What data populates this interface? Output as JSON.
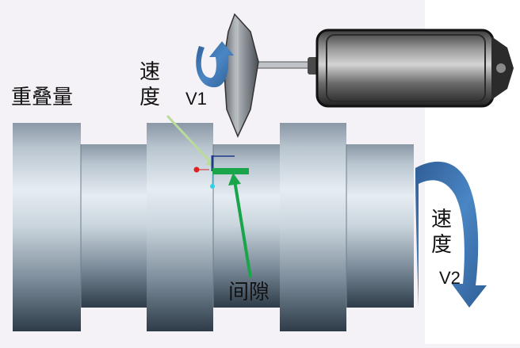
{
  "labels": {
    "overlap": "重叠量",
    "speed_v1_char1": "速",
    "speed_v1_char2": "度",
    "speed_v1_value": "V1",
    "speed_v2_char1": "速",
    "speed_v2_char2": "度",
    "speed_v2_value": "V2",
    "gap": "间隙"
  },
  "colors": {
    "background": "#f4f2f6",
    "shaft_mid": "#c9d4dc",
    "shaft_dark": "#3a4a58",
    "blade": "#8c9196",
    "motor_body": "#6e6e6e",
    "arrow_blue": "#3a6ea8",
    "pointer_green": "#1aa54a",
    "pointer_lightgreen": "#b9dc9a",
    "marker_red": "#e02020",
    "marker_cyan": "#30d0e8",
    "marker_navy": "#1e3a8a"
  },
  "icons": {
    "v1_rotation": "curved-rotation-arrow-icon",
    "v2_rotation": "curved-rotation-arrow-icon",
    "motor": "motor-icon",
    "blade": "cutting-disc-icon"
  }
}
